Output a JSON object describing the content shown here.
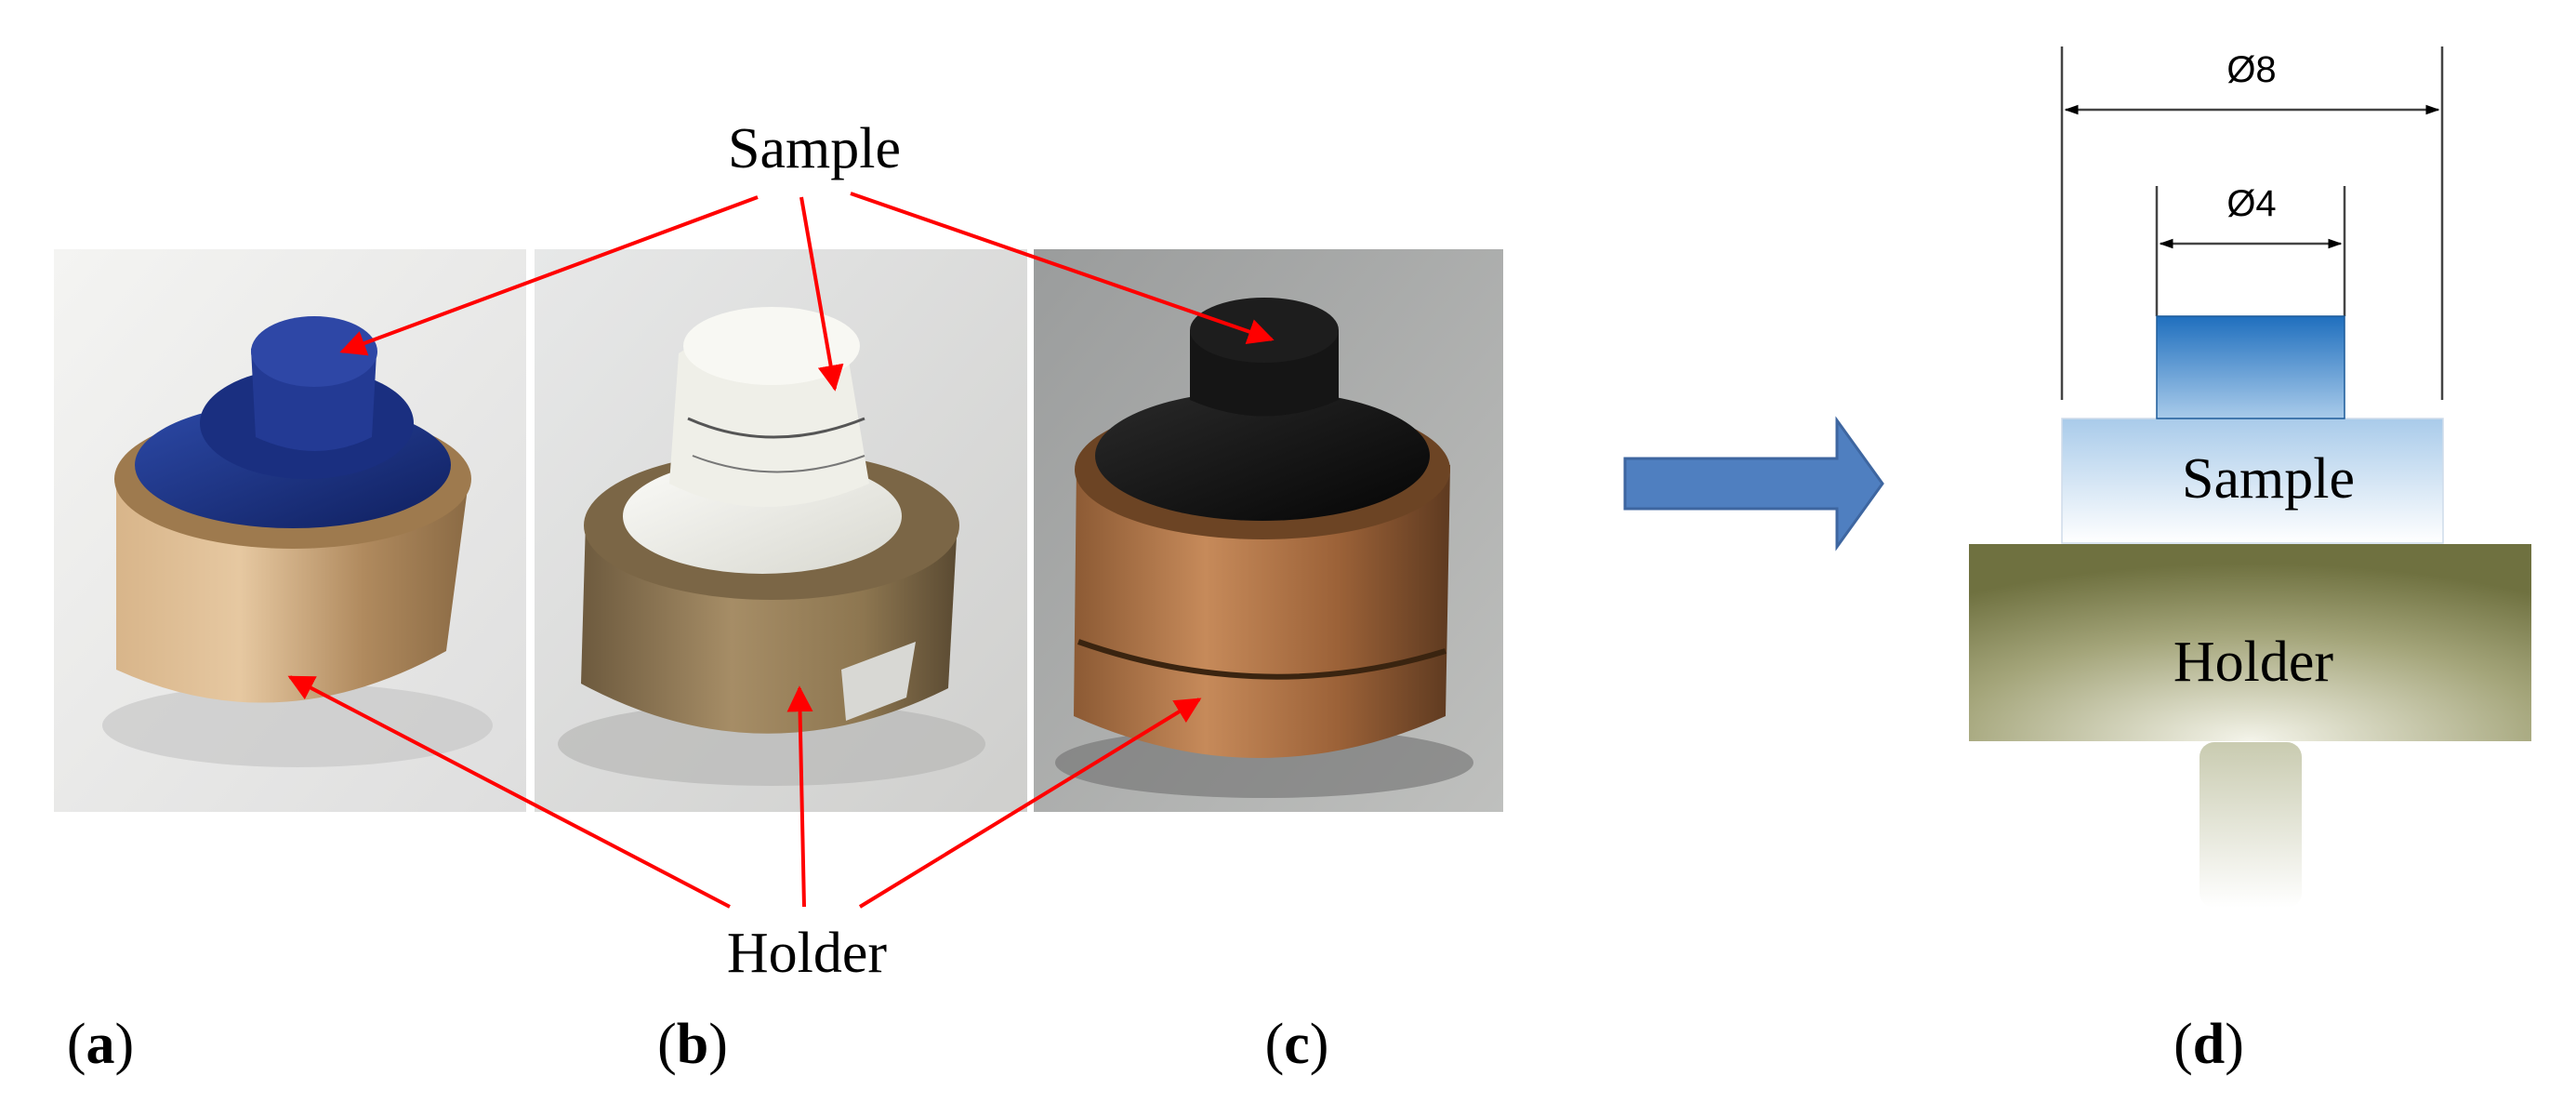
{
  "labels": {
    "sample": "Sample",
    "holder": "Holder",
    "sample_diagram": "Sample",
    "holder_diagram": "Holder"
  },
  "panels": {
    "a": {
      "open": "(",
      "letter": "a",
      "close": ")"
    },
    "b": {
      "open": "(",
      "letter": "b",
      "close": ")"
    },
    "c": {
      "open": "(",
      "letter": "c",
      "close": ")"
    },
    "d": {
      "open": "(",
      "letter": "d",
      "close": ")"
    }
  },
  "dimensions": {
    "outer": "Ø8",
    "inner": "Ø4"
  },
  "colors": {
    "annotation_arrow": "#ff0000",
    "flow_arrow": "#4f7fc0",
    "sample_blue": "#1e6db8",
    "holder_olive": "#7a7c45",
    "photo_a_sample": "#1b2f7a",
    "photo_b_sample": "#eaeae2",
    "photo_c_sample": "#121212",
    "bronze": "#a8865a"
  }
}
